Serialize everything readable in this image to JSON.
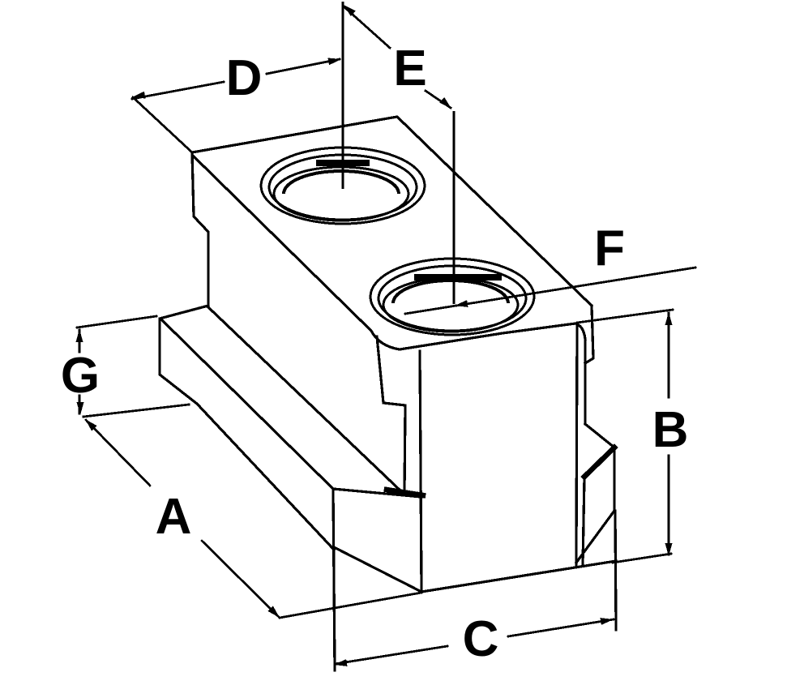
{
  "drawing": {
    "background_color": "#ffffff",
    "line_color": "#000000",
    "subject": "isometric line drawing of a T-slot nut block with two counterbored holes"
  },
  "labels": {
    "A": "A",
    "B": "B",
    "C": "C",
    "D": "D",
    "E": "E",
    "F": "F",
    "G": "G"
  }
}
